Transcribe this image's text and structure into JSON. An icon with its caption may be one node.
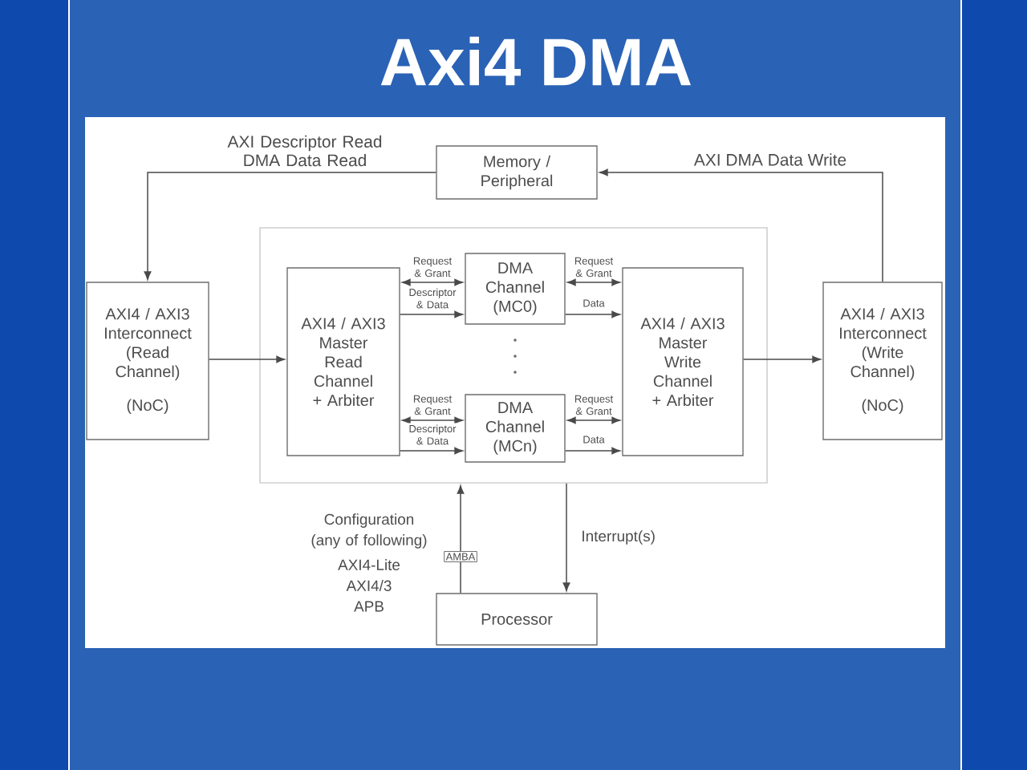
{
  "diagram": {
    "title": "Axi4 DMA",
    "nodes": [
      {
        "text": [
          "Memory / Peripheral"
        ]
      },
      {
        "text": [
          "AXI4 / AXI3 Interconnect (Read Channel)",
          "(NoC)"
        ]
      },
      {
        "text": [],
        "shape": "box"
      },
      {
        "text": [
          "AXI4 / AXI3 Master Read Channel + Arbiter"
        ],
        "in": 2
      },
      {
        "text": [
          "DMA Channel (MC0)"
        ],
        "in": 2
      },
      {
        "text": [
          "DMA Channel (MCn)"
        ],
        "in": 2
      },
      {
        "text": [
          "AXI4 / AXI3 Master Write Channel + Arbiter"
        ],
        "in": 2
      },
      {
        "text": [
          "AXI4 / AXI3 Interconnect (Write Channel)",
          "(NoC)"
        ]
      },
      {
        "text": [
          "Processor"
        ]
      }
    ],
    "edges": [
      {
        "from": 0,
        "to": 1,
        "arrow": "to",
        "label": "AXI Descriptor Read DMA Data Read"
      },
      {
        "from": 7,
        "to": 0,
        "arrow": "to",
        "label": "AXI DMA Data Write"
      },
      {
        "from": 1,
        "to": 3,
        "arrow": "to"
      },
      {
        "from": 6,
        "to": 7,
        "arrow": "to"
      },
      {
        "from": 3,
        "to": 4,
        "arrow": "both",
        "label": "Request & Grant"
      },
      {
        "from": 3,
        "to": 4,
        "arrow": "to",
        "label": "Descriptor & Data"
      },
      {
        "from": 3,
        "to": 5,
        "arrow": "both",
        "label": "Request & Grant"
      },
      {
        "from": 3,
        "to": 5,
        "arrow": "to",
        "label": "Descriptor & Data"
      },
      {
        "from": 4,
        "to": 6,
        "arrow": "both",
        "label": "Request & Grant"
      },
      {
        "from": 4,
        "to": 6,
        "arrow": "to",
        "label": "Data"
      },
      {
        "from": 5,
        "to": 6,
        "arrow": "both",
        "label": "Request & Grant"
      },
      {
        "from": 5,
        "to": 6,
        "arrow": "to",
        "label": "Data"
      },
      {
        "from": 8,
        "to": 2,
        "arrow": "to",
        "label": "AMBA"
      },
      {
        "from": 2,
        "to": 8,
        "arrow": "to",
        "label": "Interrupt(s)"
      }
    ],
    "labels": [
      "Configuration (any of following)",
      "AXI4-Lite",
      "AXI4/3",
      "APB"
    ]
  }
}
